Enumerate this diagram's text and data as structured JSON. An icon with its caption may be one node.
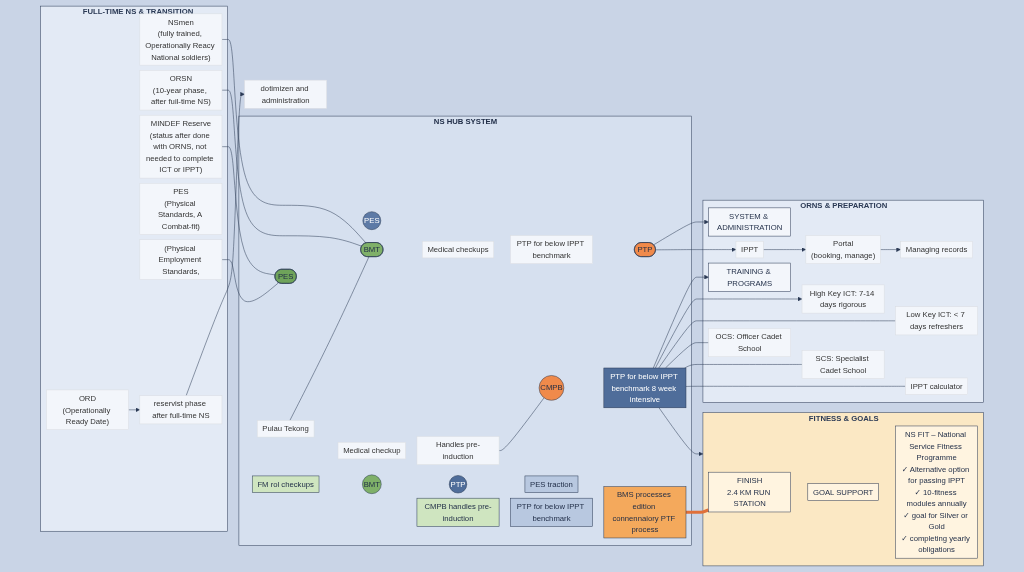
{
  "diagram": {
    "nodes": [
      {
        "text": [
          "FULL-TIME NS & TRANSITION"
        ]
      },
      {
        "text": [
          "NSmen",
          "(fully trained, Operationaliy Reacy National soldiers)"
        ],
        "in": 0
      },
      {
        "text": [
          "ORSN",
          "(10-year phase, after fuil-time NS)"
        ],
        "in": 0
      },
      {
        "text": [
          "MINDEF Reserve",
          "(status after done with ORNS, not needed to complete ICT or IPPT)"
        ],
        "in": 0
      },
      {
        "text": [
          "PES",
          "(Physical Standards, A Combat-fit)"
        ],
        "in": 0
      },
      {
        "text": [
          "(Physical Employment Standards,"
        ],
        "in": 0
      },
      {
        "text": [
          "ORD",
          "(Operationally Ready Date)"
        ],
        "in": 0
      },
      {
        "text": [
          "reservist phase after full-time NS"
        ],
        "in": 0
      },
      {
        "text": [
          "dotimizen and administration"
        ]
      },
      {
        "text": [
          "NS HUB SYSTEM"
        ]
      },
      {
        "text": [
          "Pulau Tekong"
        ],
        "in": 9
      },
      {
        "text": [
          "BMT"
        ],
        "in": 9
      },
      {
        "text": [
          "PTP"
        ],
        "in": 9
      },
      {
        "text": [
          "PES"
        ],
        "in": 9
      },
      {
        "text": [
          "PTP for below IPPT benchmark 8 week intensive"
        ],
        "in": 9
      },
      {
        "text": [
          "Medical checkup"
        ],
        "in": 9
      },
      {
        "text": [
          "Handles pre-induction"
        ],
        "in": 9
      },
      {
        "text": [
          "Medical checkups"
        ],
        "in": 9
      },
      {
        "text": [
          "PTP for below IPPT benchmark"
        ],
        "in": 9
      },
      {
        "text": [
          "PES"
        ],
        "in": 9
      },
      {
        "text": [
          "CMPB"
        ],
        "in": 9
      },
      {
        "text": [
          "BMT"
        ],
        "in": 9
      },
      {
        "text": [
          "PTP"
        ],
        "in": 9
      },
      {
        "text": [
          "FM rol checkups"
        ],
        "in": 9
      },
      {
        "text": [
          "CMPB handles pre-induction"
        ],
        "in": 9
      },
      {
        "text": [
          "PTP for below IPPT benchmark"
        ],
        "in": 9
      },
      {
        "text": [
          "PES traction"
        ],
        "in": 9
      },
      {
        "text": [
          "BMS processes edition connennaiory PTF process"
        ],
        "in": 9
      },
      {
        "text": [
          "ORNS & PREPARATION"
        ]
      },
      {
        "text": [
          "SYSTEM & ADMINISTRATION"
        ],
        "in": 28
      },
      {
        "text": [
          "IPPT"
        ],
        "in": 28
      },
      {
        "text": [
          "Portal",
          "(booking, manage)"
        ],
        "in": 28
      },
      {
        "text": [
          "Managing records"
        ],
        "in": 28
      },
      {
        "text": [
          "TRAINING & PROGRAMS"
        ],
        "in": 28
      },
      {
        "text": [
          "High Key ICT: 7-14 days rigorous"
        ],
        "in": 28
      },
      {
        "text": [
          "Low Key ICT: < 7 days refreshers"
        ],
        "in": 28
      },
      {
        "text": [
          "OCS: Officer Cadet School"
        ],
        "in": 28
      },
      {
        "text": [
          "SCS: Specialist Cadet School"
        ],
        "in": 28
      },
      {
        "text": [
          "IPPT calculator"
        ],
        "in": 28
      },
      {
        "text": [
          "FITNESS & GOALS"
        ]
      },
      {
        "text": [
          "FINISH",
          "2.4 KM RUN STATION"
        ],
        "in": 39
      },
      {
        "text": [
          "GOAL SUPPORT"
        ],
        "in": 39
      },
      {
        "text": [
          "NS FIT – National Service Fitness Programme",
          "✓ Alternative option for passing IPPT",
          "✓ 10-fitness modules annually",
          "✓ goal for Silver or Gold",
          "✓ completing yearly obligations"
        ],
        "in": 39
      }
    ],
    "edges": [
      {
        "from": 1,
        "to": 11,
        "arrow": "none"
      },
      {
        "from": 2,
        "to": 11,
        "arrow": "none"
      },
      {
        "from": 3,
        "to": 13,
        "arrow": "none"
      },
      {
        "from": 5,
        "to": 13,
        "arrow": "none"
      },
      {
        "from": 6,
        "to": 7,
        "arrow": "to"
      },
      {
        "from": 7,
        "to": 8,
        "arrow": "to"
      },
      {
        "from": 10,
        "to": 11,
        "arrow": "none"
      },
      {
        "from": 16,
        "to": 20,
        "arrow": "none"
      },
      {
        "from": 12,
        "to": 29,
        "arrow": "to"
      },
      {
        "from": 12,
        "to": 30,
        "arrow": "to"
      },
      {
        "from": 30,
        "to": 31,
        "arrow": "to"
      },
      {
        "from": 31,
        "to": 32,
        "arrow": "to"
      },
      {
        "from": 14,
        "to": 33,
        "arrow": "to"
      },
      {
        "from": 14,
        "to": 34,
        "arrow": "to"
      },
      {
        "from": 14,
        "to": 35,
        "arrow": "none"
      },
      {
        "from": 14,
        "to": 36,
        "arrow": "none"
      },
      {
        "from": 14,
        "to": 37,
        "arrow": "none"
      },
      {
        "from": 14,
        "to": 38,
        "arrow": "none"
      },
      {
        "from": 14,
        "to": 39,
        "arrow": "to"
      },
      {
        "from": 27,
        "to": 40,
        "arrow": "none",
        "style": "thick",
        "color": "#e0703a"
      }
    ]
  }
}
